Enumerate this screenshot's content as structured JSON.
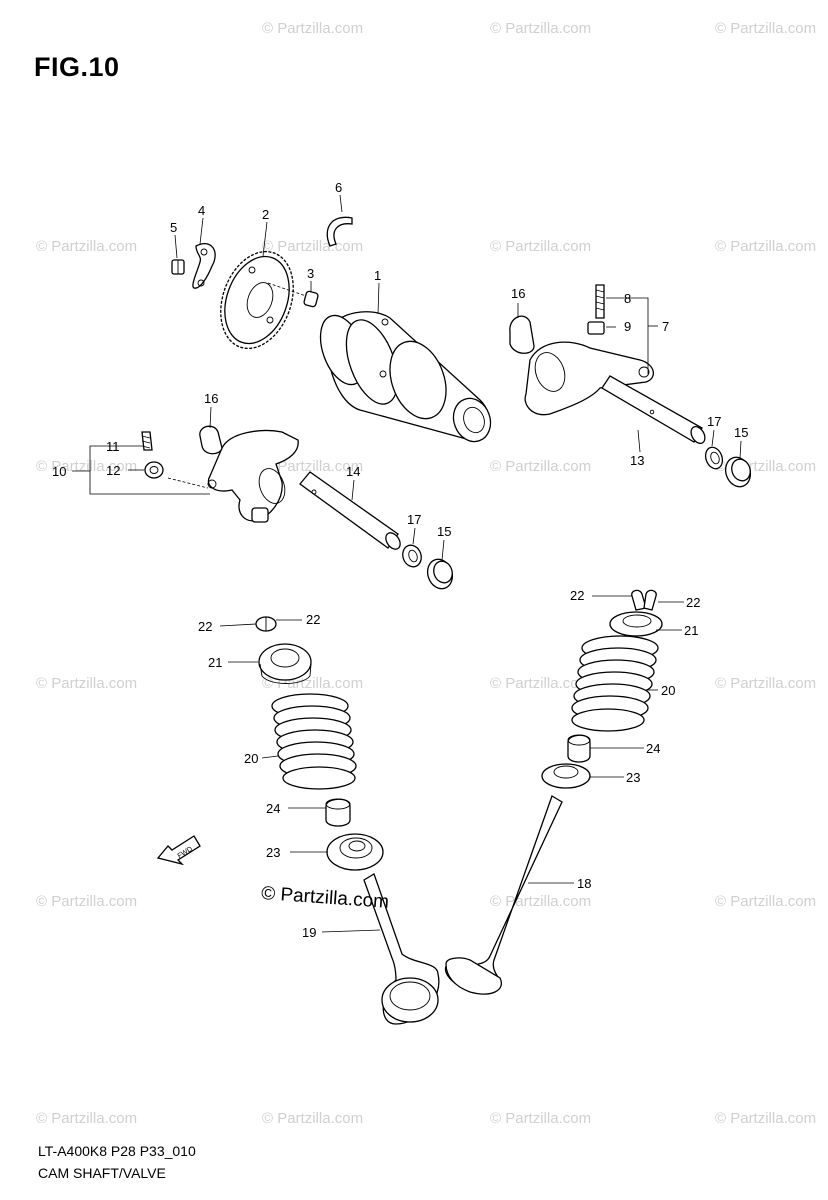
{
  "figure": {
    "title": "FIG.10",
    "code": "LT-A400K8 P28 P33_010",
    "name": "CAM SHAFT/VALVE",
    "copyright_main": "© Partzilla.com",
    "watermark": "© Partzilla.com"
  },
  "callouts": {
    "c1": "1",
    "c2": "2",
    "c3": "3",
    "c4": "4",
    "c5": "5",
    "c6": "6",
    "c7": "7",
    "c8": "8",
    "c9": "9",
    "c10": "10",
    "c11": "11",
    "c12": "12",
    "c13": "13",
    "c14": "14",
    "c15a": "15",
    "c15b": "15",
    "c16a": "16",
    "c16b": "16",
    "c17a": "17",
    "c17b": "17",
    "c18": "18",
    "c19": "19",
    "c20a": "20",
    "c20b": "20",
    "c21a": "21",
    "c21b": "21",
    "c22a": "22",
    "c22b": "22",
    "c22c": "22",
    "c22d": "22",
    "c23a": "23",
    "c23b": "23",
    "c24a": "24",
    "c24b": "24"
  },
  "fwd_marker": "FWD"
}
